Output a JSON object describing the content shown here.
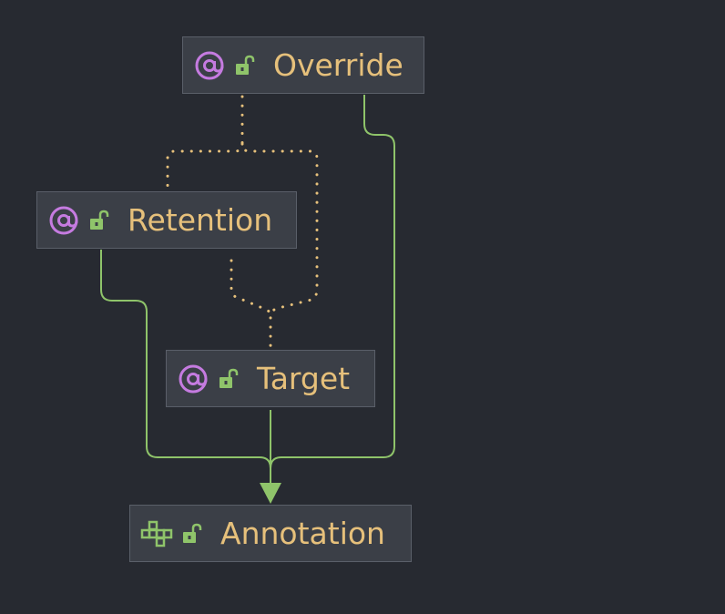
{
  "diagram": {
    "nodes": [
      {
        "id": "override",
        "label": "Override",
        "kind": "annotation",
        "type_icon": "at-sign-icon",
        "access_icon": "unlocked-icon"
      },
      {
        "id": "retention",
        "label": "Retention",
        "kind": "annotation",
        "type_icon": "at-sign-icon",
        "access_icon": "unlocked-icon"
      },
      {
        "id": "target",
        "label": "Target",
        "kind": "annotation",
        "type_icon": "at-sign-icon",
        "access_icon": "unlocked-icon"
      },
      {
        "id": "annotation",
        "label": "Annotation",
        "kind": "interface",
        "type_icon": "interface-icon",
        "access_icon": "unlocked-icon"
      }
    ],
    "edges": [
      {
        "from": "override",
        "to": "annotation",
        "style": "solid",
        "relation": "implements"
      },
      {
        "from": "retention",
        "to": "annotation",
        "style": "solid",
        "relation": "implements"
      },
      {
        "from": "target",
        "to": "annotation",
        "style": "solid",
        "relation": "implements"
      },
      {
        "from": "override",
        "to": "retention",
        "style": "dotted",
        "relation": "annotated-by"
      },
      {
        "from": "override",
        "to": "target",
        "style": "dotted",
        "relation": "annotated-by"
      },
      {
        "from": "retention",
        "to": "target",
        "style": "dotted",
        "relation": "annotated-by"
      }
    ],
    "colors": {
      "background": "#272a31",
      "node_fill": "#3b3f47",
      "node_border": "#5a5f69",
      "label": "#e6c07b",
      "annotation_icon": "#c57be0",
      "interface_icon": "#8fc46a",
      "lock_icon": "#8fc46a",
      "solid_edge": "#8fc46a",
      "dotted_edge": "#e6c07b"
    }
  }
}
